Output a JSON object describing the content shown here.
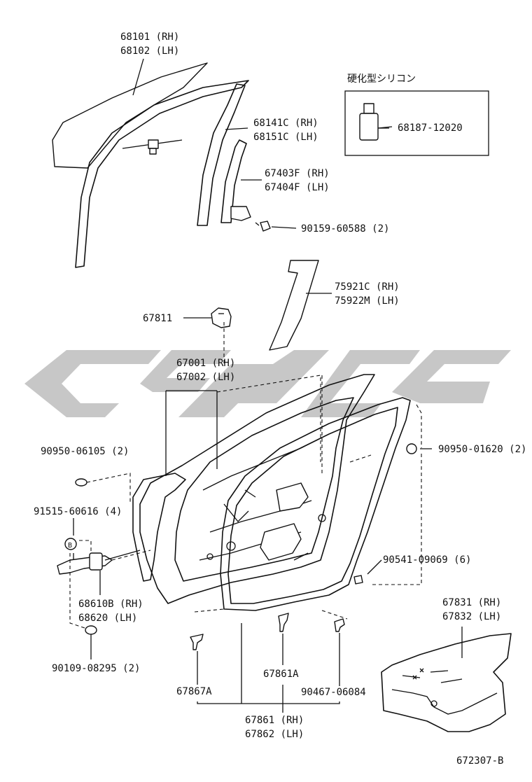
{
  "watermark": {
    "color": "#bdbdbd"
  },
  "box": {
    "title": "硬化型シリコン",
    "part": "68187-12020"
  },
  "labels": {
    "glass_rh": "68101 (RH)",
    "glass_lh": "68102 (LH)",
    "run_rh": "68141C (RH)",
    "run_lh": "68151C (LH)",
    "frame_rh": "67403F (RH)",
    "frame_lh": "67404F (LH)",
    "bolt_90159": "90159-60588 (2)",
    "tape_rh": "75921C (RH)",
    "tape_lh": "75922M (LH)",
    "cushion": "67811",
    "door_rh": "67001 (RH)",
    "door_lh": "67002 (LH)",
    "plug_06105": "90950-06105 (2)",
    "plug_01620": "90950-01620 (2)",
    "bolt_91515": "91515-60616 (4)",
    "check_rh": "68610B (RH)",
    "check_lh": "68620  (LH)",
    "clip_09069": "90541-09069 (6)",
    "bolt_90109": "90109-08295 (2)",
    "clip_67867a": "67867A",
    "clip_67861a": "67861A",
    "clip_06084": "90467-06084",
    "weather_rh": "67861 (RH)",
    "weather_lh": "67862 (LH)",
    "cover_rh": "67831 (RH)",
    "cover_lh": "67832 (LH)",
    "diagram_id": "672307-B"
  }
}
